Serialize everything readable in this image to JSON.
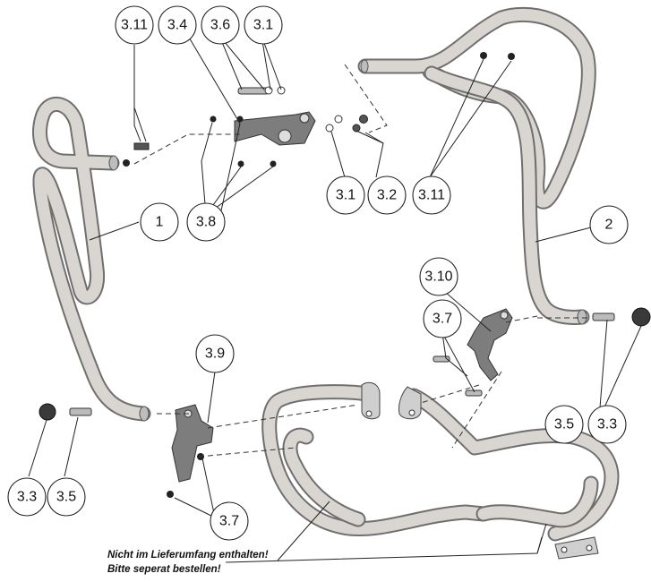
{
  "callouts": {
    "c_3_11_top": "3.11",
    "c_3_4": "3.4",
    "c_3_6": "3.6",
    "c_3_1_top": "3.1",
    "c_1": "1",
    "c_3_8": "3.8",
    "c_3_1_mid": "3.1",
    "c_3_2": "3.2",
    "c_3_11_right": "3.11",
    "c_2": "2",
    "c_3_10": "3.10",
    "c_3_7_right": "3.7",
    "c_3_9": "3.9",
    "c_3_5_right": "3.5",
    "c_3_3_right": "3.3",
    "c_3_3_left": "3.3",
    "c_3_5_left": "3.5",
    "c_3_7_bottom": "3.7"
  },
  "note": {
    "line1": "Nicht im Lieferumfang enthalten!",
    "line2": "Bitte seperat bestellen!"
  },
  "colors": {
    "tube": "#d9d5d0",
    "tube_edge": "#6f6f6f",
    "bracket": "#7d7d7d",
    "ink": "#222222"
  }
}
